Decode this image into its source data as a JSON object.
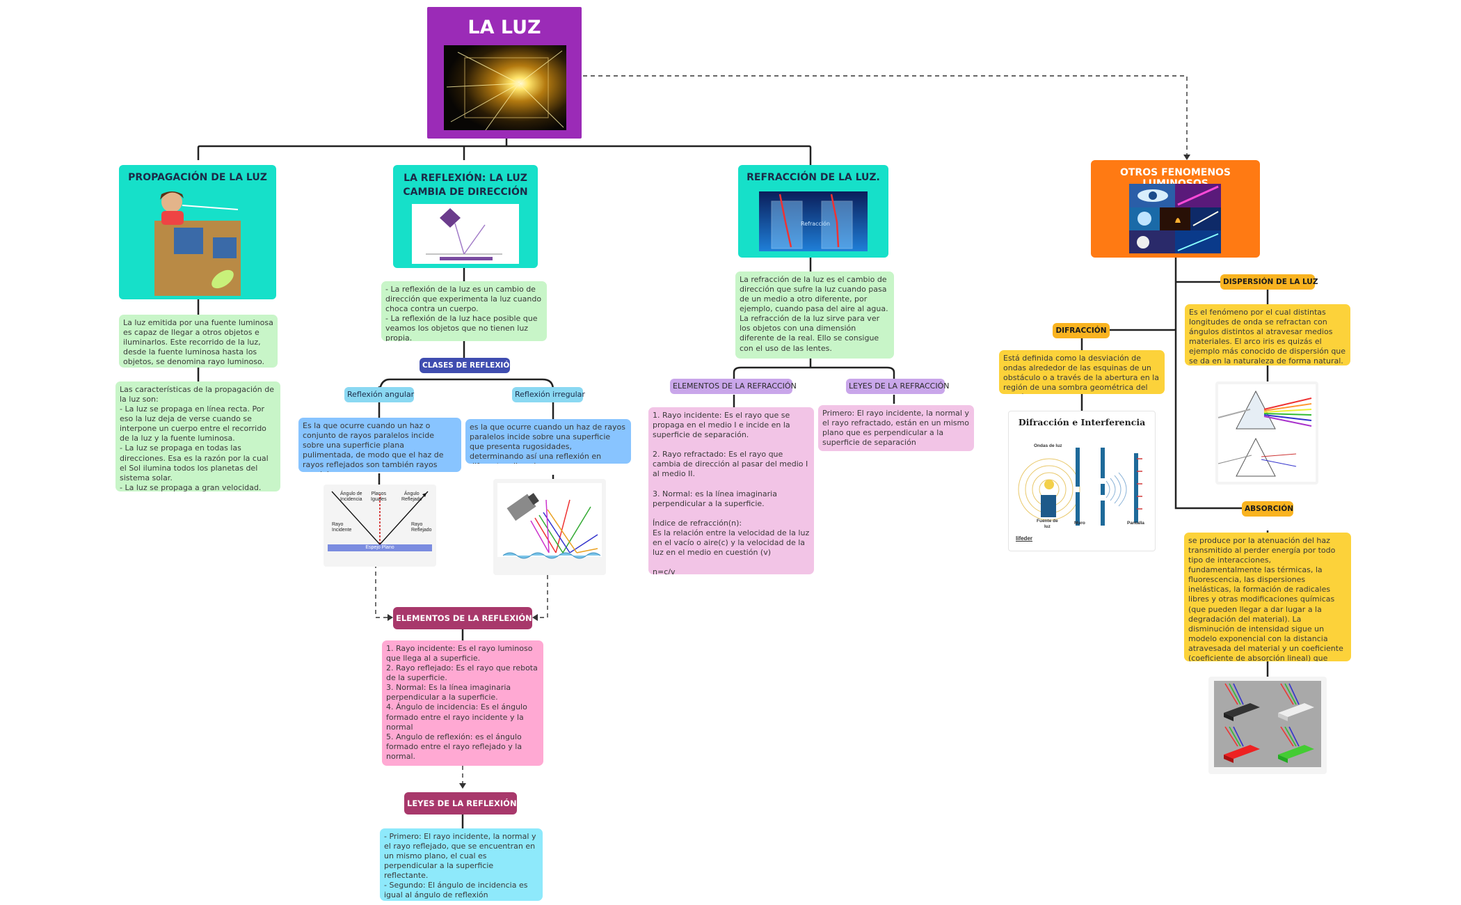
{
  "root": {
    "title": "LA LUZ"
  },
  "propagacion": {
    "title": "PROPAGACIÓN DE LA LUZ",
    "text1": "La luz emitida por una fuente luminosa es capaz de llegar a otros objetos e iluminarlos. Este recorrido de la luz, desde la fuente luminosa hasta los objetos, se denomina rayo luminoso.",
    "text2": "Las características de la propagación de la luz son:\n- La luz se propaga en línea recta. Por eso la luz deja de verse cuando se interpone un cuerpo entre el recorrido de la luz y la fuente luminosa.\n- La luz se propaga en todas las direcciones. Esa es la razón por la cual el Sol ilumina todos los planetas del sistema solar.\n- La luz se propaga a gran velocidad."
  },
  "reflexion": {
    "title": "LA REFLEXIÓN: LA LUZ CAMBIA DE DIRECCIÓN",
    "text": "- La reflexión de la luz es un cambio de dirección que experimenta la luz cuando choca contra un cuerpo.\n- La reflexión de la luz hace posible que veamos los objetos que no tienen luz propia.",
    "clases": "CLASES DE REFLEXIÓN",
    "angular": "Reflexión angular",
    "irregular": "Reflexión irregular",
    "angular_text": "Es la que ocurre cuando un haz o conjunto de rayos paralelos incide sobre una superficie plana pulimentada, de modo que el haz de rayos reflejados son también rayos paralelos.",
    "irregular_text": "es la que ocurre cuando un haz de rayos paralelos incide sobre una superficie que presenta rugosidades, determinando así una reflexión en diferentes direcciones.",
    "diagram_labels": {
      "incidence": "Ángulo de\nIncidencia",
      "normal": "Planos\nIguales",
      "reflected_angle": "Ángulo\nReflejado",
      "ray_in": "Rayo\nIncidente",
      "ray_out": "Rayo\nReflejado",
      "mirror": "Espejo Plano"
    },
    "elementos": "ELEMENTOS DE LA REFLEXIÓN",
    "elementos_text": "1. Rayo incidente: Es el rayo luminoso que llega al a superficie.\n2. Rayo reflejado: Es el rayo que rebota de la superficie.\n3. Normal: Es la línea imaginaria perpendicular a la superficie.\n4. Ángulo de incidencia: Es el ángulo formado entre el rayo incidente y la normal\n5. Angulo de reflexión: es el ángulo formado entre el rayo reflejado y la normal.",
    "leyes": "LEYES DE LA REFLEXIÓN",
    "leyes_text": "- Primero: El rayo incidente, la normal y el rayo reflejado, que se encuentran en un mismo plano, el cual es perpendicular a la superficie reflectante.\n- Segundo: El ángulo de incidencia es igual al ángulo de reflexión"
  },
  "refraccion": {
    "title": "REFRACCIÓN DE LA LUZ.",
    "image_label": "Refracción",
    "text": "La refracción de la luz es el cambio de dirección que sufre la luz cuando pasa de un medio a otro diferente, por ejemplo, cuando pasa del aire al agua.\nLa refracción de la luz sirve para ver los objetos con una dimensión diferente de la real. Ello se consigue con el uso de las lentes.",
    "elementos": "ELEMENTOS DE LA REFRACCIÓN",
    "leyes": "LEYES DE LA REFRACCIÓN",
    "elementos_text": "1. Rayo incidente: Es el rayo que se propaga en el medio I e incide en la superficie de separación.\n\n2. Rayo refractado: Es el rayo que cambia de dirección al pasar  del medio I al medio II.\n\n3. Normal: es la línea imaginaria perpendicular a la superficie.\n\nÍndice de refracción(n):\nEs la relación entre la velocidad de la luz en el vacío o aire(c) y la velocidad de la luz en el medio en cuestión (v)\n\n            n=c/v",
    "leyes_text": "Primero: El rayo incidente, la normal y el rayo refractado, están en un mismo plano que es perpendicular a la superficie de separación"
  },
  "otros": {
    "title": "OTROS FENOMENOS LUMINOSOS",
    "difraccion": "DIFRACCIÓN",
    "difraccion_text": "Está definida como la desviación de ondas alrededor de las esquinas de un obstáculo o a través de la abertura en la región de una sombra geométrica del obstáculo",
    "difraccion_img": {
      "title": "Difracción e Interferencia",
      "waves": "Ondas de luz",
      "source": "Fuente de\nluz",
      "wall": "Muro",
      "screen": "Pantalla",
      "brand": "lifeder"
    },
    "dispersion": "DISPERSIÓN DE LA LUZ",
    "dispersion_text": "Es el fenómeno por el cual distintas longitudes de onda se refractan con ángulos distintos al atravesar medios materiales. El arco iris es quizás el ejemplo más conocido de dispersión que se da en la naturaleza de forma natural.",
    "absorcion": "ABSORCIÓN",
    "absorcion_text": "se produce por la atenuación del haz transmitido al perder energía por todo tipo de interacciones, fundamentalmente las térmicas, la fluorescencia, las dispersiones inelásticas, la formación de radicales libres y otras modificaciones químicas (que pueden llegar a dar lugar a la degradación del material). La disminución de intensidad sigue un modelo exponencial con la distancia atravesada del material y un coeficiente (coeficiente de absorción lineal) que depende de la densidad y composición del material."
  },
  "colors": {
    "root": "#9b2bb7",
    "teal": "#16e0c9",
    "orange": "#ff7a13",
    "green_box": "#c8f5c8",
    "blue_box": "#88c4ff",
    "light_blue_pill": "#8ad8f2",
    "navy_pill": "#3f4db0",
    "magenta": "#a8386b",
    "pink_box": "#ffa9d3",
    "cyan_box": "#8ee9fb",
    "lilac_pill": "#c9a6ea",
    "lilac_box": "#f2c4e6",
    "yellow": "#fcd23a",
    "amber_pill": "#f9b320"
  }
}
